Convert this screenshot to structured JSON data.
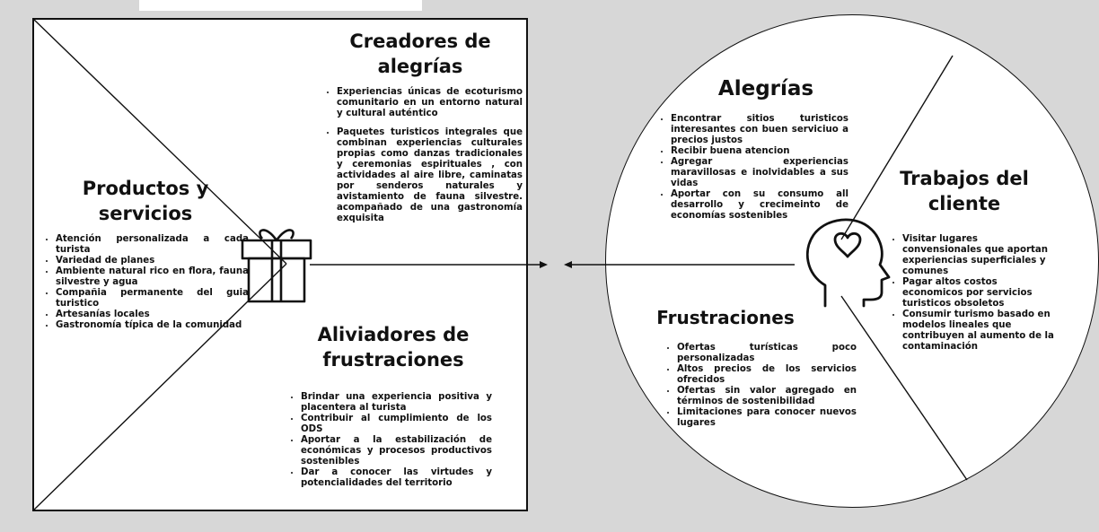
{
  "value_map": {
    "gain_creators": {
      "title": "Creadores de alegrías",
      "items": [
        "Experiencias únicas de ecoturismo comunitario en un entorno natural y cultural auténtico",
        "Paquetes turisticos integrales que combinan experiencias culturales propias como danzas tradicionales y ceremonias espirituales , con actividades al aire libre, caminatas por senderos naturales y avistamiento de fauna silvestre. acompañado de una gastronomía exquisita"
      ]
    },
    "products_services": {
      "title": "Productos y servicios",
      "items": [
        "Atención personalizada a cada turista",
        "Variedad de planes",
        "Ambiente natural rico en flora, fauna silvestre y agua",
        "Compañia permanente del guia turistico",
        "Artesanías locales",
        "Gastronomía típica de la comunidad"
      ]
    },
    "pain_relievers": {
      "title": "Aliviadores de frustraciones",
      "items": [
        "Brindar una experiencia positiva y placentera al turista",
        "Contribuir al cumplimiento de los ODS",
        "Aportar a la estabilización de económicas y procesos productivos sostenibles",
        "Dar a conocer las virtudes y potencialidades del territorio"
      ]
    },
    "icon": "gift-icon"
  },
  "customer_profile": {
    "gains": {
      "title": "Alegrías",
      "items": [
        "Encontrar sitios turisticos interesantes con buen serviciuo a precios justos",
        "Recibir buena atencion",
        "Agregar experiencias maravillosas e inolvidables a sus vidas",
        "Aportar con su consumo all desarrollo y crecimeinto de economías sostenibles"
      ]
    },
    "customer_jobs": {
      "title": "Trabajos del cliente",
      "items": [
        "Visitar lugares convensionales que aportan experiencias superficiales y comunes",
        "Pagar altos costos economicos por servicios turisticos obsoletos",
        "Consumir turismo basado en modelos lineales que contribuyen al aumento de la contaminación"
      ]
    },
    "pains": {
      "title": "Frustraciones",
      "items": [
        "Ofertas turísticas poco personalizadas",
        "Altos precios de los servicios ofrecidos",
        "Ofertas sin valor agregado en términos de sostenibilidad",
        "Limitaciones para conocer nuevos lugares"
      ]
    },
    "icon": "head-heart-icon"
  },
  "colors": {
    "background": "#d7d7d7",
    "panel": "#ffffff",
    "ink": "#111111"
  }
}
